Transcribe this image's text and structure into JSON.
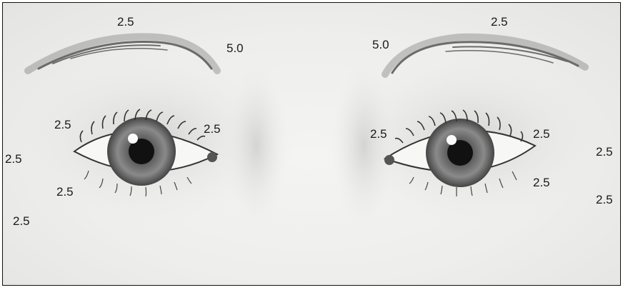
{
  "labels": [
    {
      "text": "2.5"
    },
    {
      "text": "5.0"
    },
    {
      "text": "2.5"
    },
    {
      "text": "2.5"
    },
    {
      "text": "2.5"
    },
    {
      "text": "2.5"
    },
    {
      "text": "2.5"
    },
    {
      "text": "5.0"
    },
    {
      "text": "2.5"
    },
    {
      "text": "2.5"
    },
    {
      "text": "2.5"
    },
    {
      "text": "2.5"
    },
    {
      "text": "2.5"
    },
    {
      "text": "2.5"
    }
  ]
}
